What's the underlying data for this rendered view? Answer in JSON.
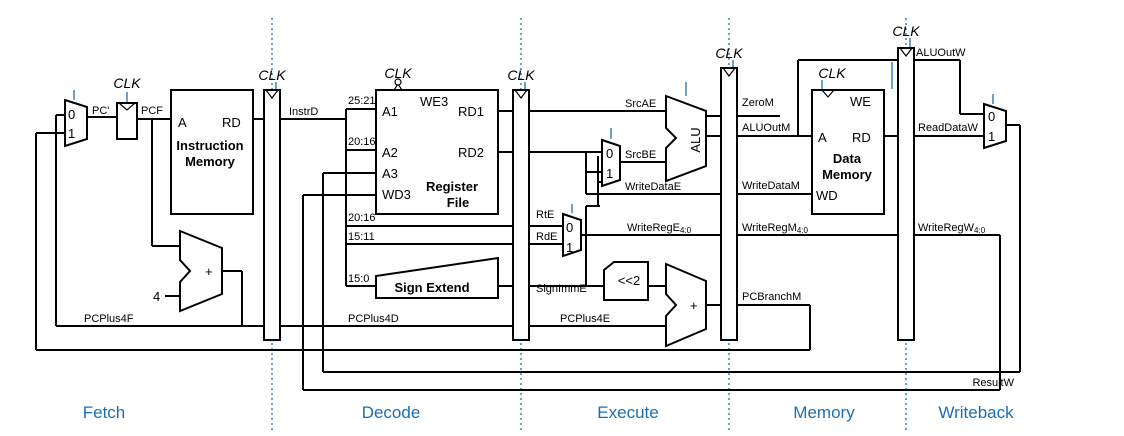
{
  "stages": [
    "Fetch",
    "Decode",
    "Execute",
    "Memory",
    "Writeback"
  ],
  "clock_label": "CLK",
  "blocks": {
    "instruction_memory": {
      "name_line1": "Instruction",
      "name_line2": "Memory",
      "port_a": "A",
      "port_rd": "RD"
    },
    "register_file": {
      "name_line1": "Register",
      "name_line2": "File",
      "port_a1": "A1",
      "port_a2": "A2",
      "port_a3": "A3",
      "port_wd3": "WD3",
      "port_we3": "WE3",
      "port_rd1": "RD1",
      "port_rd2": "RD2"
    },
    "sign_extend": {
      "name": "Sign Extend"
    },
    "alu": {
      "name": "ALU"
    },
    "shift": {
      "name": "<<2"
    },
    "data_memory": {
      "name_line1": "Data",
      "name_line2": "Memory",
      "port_a": "A",
      "port_rd": "RD",
      "port_we": "WE",
      "port_wd": "WD"
    },
    "pc_adder": {
      "symbol": "+",
      "const": "4"
    },
    "branch_adder": {
      "symbol": "+"
    }
  },
  "mux_inputs": {
    "zero": "0",
    "one": "1"
  },
  "signals": {
    "pc_next": "PC'",
    "pcf": "PCF",
    "instrd": "InstrD",
    "f_25_21": "25:21",
    "f_20_16a": "20:16",
    "f_20_16b": "20:16",
    "f_15_11": "15:11",
    "f_15_0": "15:0",
    "srcae": "SrcAE",
    "srcbe": "SrcBE",
    "writedatae": "WriteDataE",
    "rte": "RtE",
    "rde": "RdE",
    "writerege": "WriteRegE",
    "writerege_sub": "4:0",
    "signimme": "SignImmE",
    "pcplus4f": "PCPlus4F",
    "pcplus4d": "PCPlus4D",
    "pcplus4e": "PCPlus4E",
    "zerom": "ZeroM",
    "aluoutm": "ALUOutM",
    "writedatam": "WriteDataM",
    "writeregm": "WriteRegM",
    "writeregm_sub": "4:0",
    "pcbranchm": "PCBranchM",
    "aluoutw": "ALUOutW",
    "readdataw": "ReadDataW",
    "writeregw": "WriteRegW",
    "writeregw_sub": "4:0",
    "resultw": "ResultW"
  }
}
